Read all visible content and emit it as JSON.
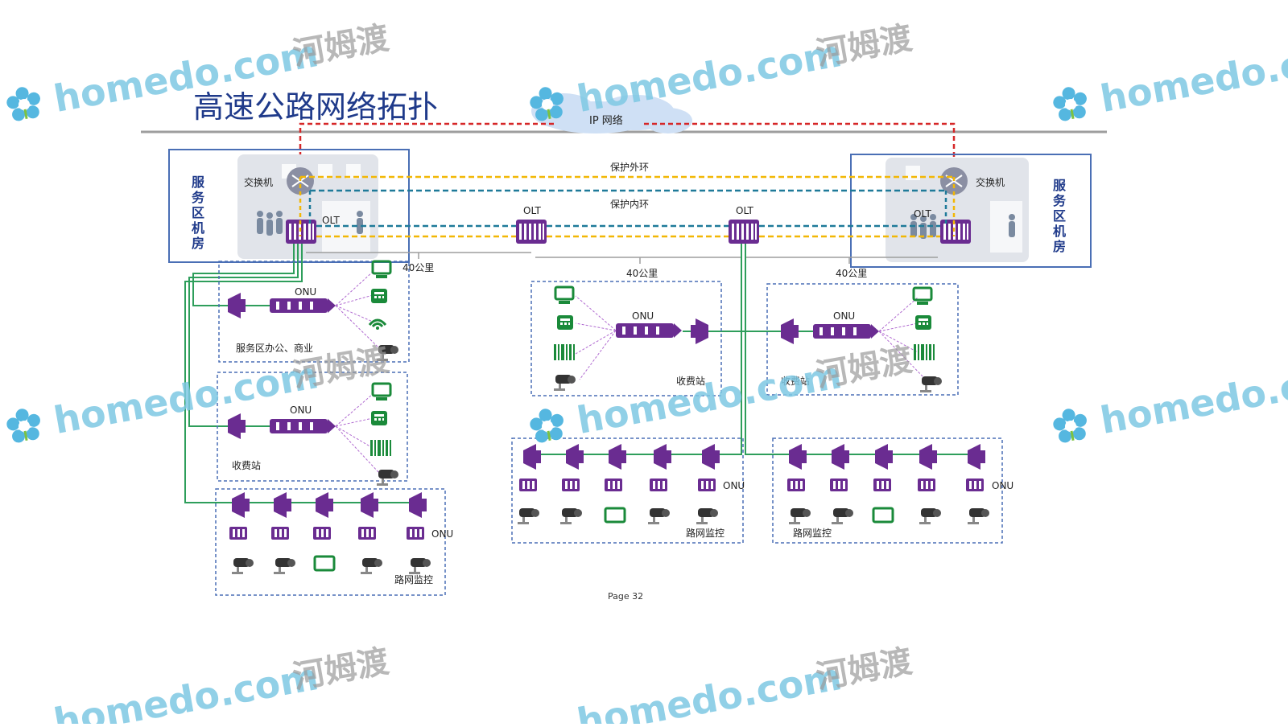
{
  "title": "高速公路网络拓扑",
  "ip_network": "IP 网络",
  "ring_outer": "保护外环",
  "ring_inner": "保护内环",
  "left_room": "服务区机房",
  "right_room": "服务区机房",
  "switch": "交换机",
  "olt": "OLT",
  "onu": "ONU",
  "distance": "40公里",
  "service_office": "服务区办公、商业",
  "toll_station": "收费站",
  "road_monitor": "路网监控",
  "page": "Page 32",
  "watermark": {
    "brand": "homedo.com",
    "cn": "河姆渡"
  },
  "colors": {
    "title": "#1f3a8a",
    "ip_link": "#d62728",
    "outer_ring": "#f2b705",
    "inner_ring": "#1f7a99",
    "access_line": "#2e9e5b",
    "device": "#6a2c91",
    "terminal": "#1a8a3a",
    "room_border": "#4a6fb5",
    "dashed_box": "#4a6fb5"
  }
}
